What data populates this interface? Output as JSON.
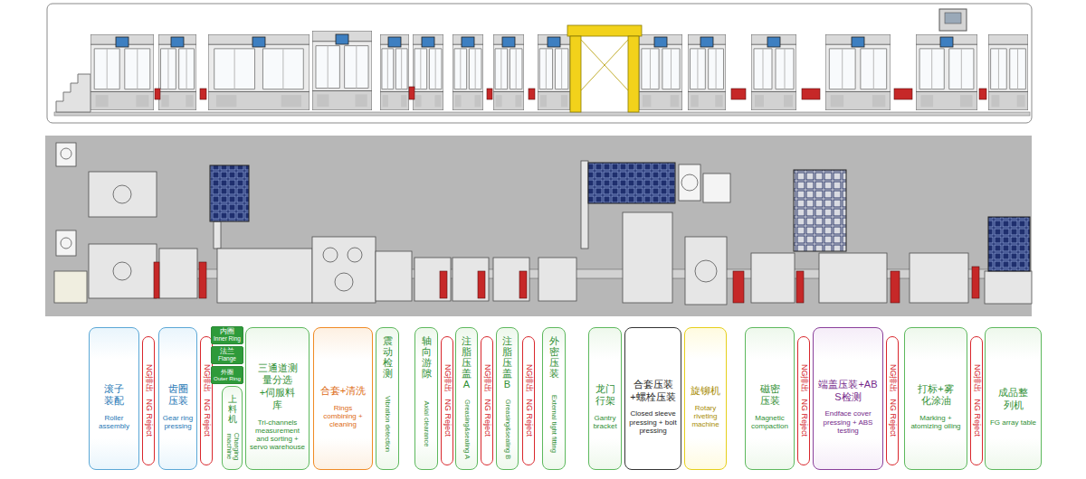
{
  "diagram": {
    "nodes": [
      {
        "text": [
          "滚子装配",
          "Roller assembly"
        ]
      },
      {
        "text": [
          "NG排出",
          "NG Reject"
        ]
      },
      {
        "text": [
          "齿圈压装",
          "Gear ring pressing"
        ]
      },
      {
        "text": [
          "NG排出",
          "NG Reject"
        ]
      },
      {
        "text": [
          "内圈",
          "Inner Ring"
        ]
      },
      {
        "text": [
          "法兰",
          "Flange"
        ]
      },
      {
        "text": [
          "外圈",
          "Outer Ring"
        ]
      },
      {
        "text": [
          "上料机",
          "Charging machine"
        ]
      },
      {
        "text": [
          "三通道测量分选+伺服料库",
          "Tri-channels measurement and sorting + servo warehouse"
        ]
      },
      {
        "text": [
          "合套+清洗",
          "Rings combining + cleaning"
        ]
      },
      {
        "text": [
          "震动检测",
          "Vibration detection"
        ]
      },
      {
        "text": [
          "轴向游隙",
          "Axial clearance"
        ]
      },
      {
        "text": [
          "NG排出",
          "NG Reject"
        ]
      },
      {
        "text": [
          "注脂压盖A",
          "Greasing&sealing A"
        ]
      },
      {
        "text": [
          "NG排出",
          "NG Reject"
        ]
      },
      {
        "text": [
          "注脂压盖B",
          "Greasing&sealing B"
        ]
      },
      {
        "text": [
          "NG排出",
          "NG Reject"
        ]
      },
      {
        "text": [
          "外密压装",
          "External tight fitting"
        ]
      },
      {
        "text": [
          "龙门行架",
          "Gantry bracket"
        ]
      },
      {
        "text": [
          "合套压装+螺栓压装",
          "Closed sleeve pressing + bolt pressing"
        ]
      },
      {
        "text": [
          "旋铆机",
          "Rotary riveting machine"
        ]
      },
      {
        "text": [
          "磁密压装",
          "Magnetic compaction"
        ]
      },
      {
        "text": [
          "NG排出",
          "NG Reject"
        ]
      },
      {
        "text": [
          "端盖压装+ABS检测",
          "Endface cover pressing + ABS testing"
        ]
      },
      {
        "text": [
          "NG排出",
          "NG Reject"
        ]
      },
      {
        "text": [
          "打标+雾化涂油",
          "Marking + atomizing oiling"
        ]
      },
      {
        "text": [
          "NG排出",
          "NG Reject"
        ]
      },
      {
        "text": [
          "成品整列机",
          "FG array table"
        ]
      }
    ]
  }
}
